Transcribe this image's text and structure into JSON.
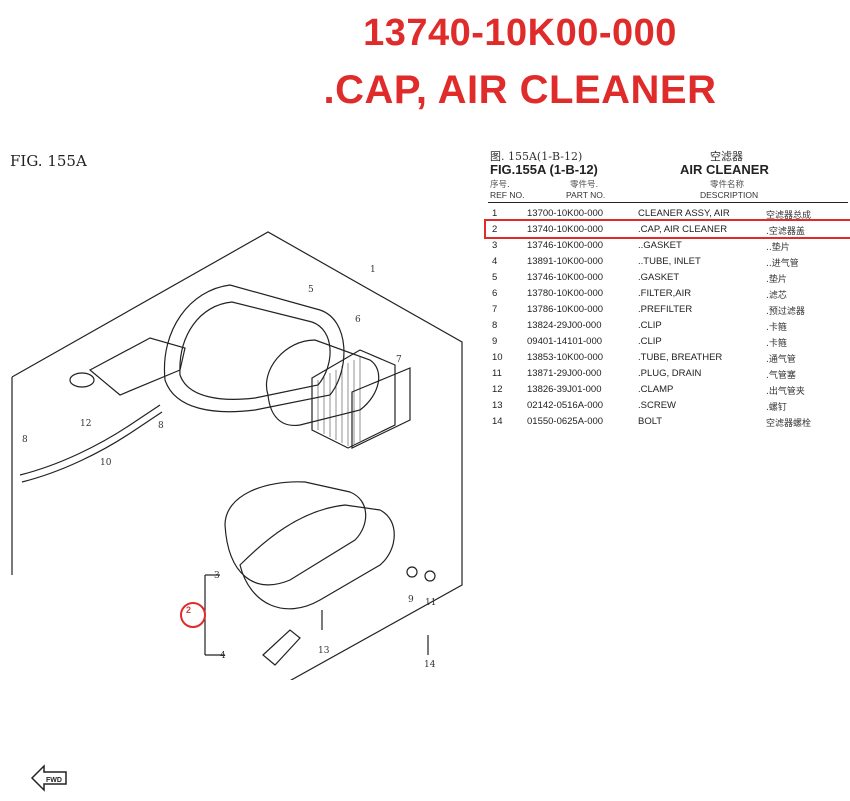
{
  "headline": {
    "part_number": "13740-10K00-000",
    "part_name": ".CAP, AIR CLEANER"
  },
  "figure": {
    "label": "FIG. 155A"
  },
  "parts_list": {
    "cn_fig_code": "图. 155A(1-B-12)",
    "cn_section": "空滤器",
    "fig_code": "FIG.155A (1-B-12)",
    "section_title": "AIR CLEANER",
    "header_cn": {
      "ref": "序号.",
      "part": "零件号.",
      "desc": "零件名称"
    },
    "header": {
      "ref": "REF NO.",
      "part": "PART NO.",
      "desc": "DESCRIPTION"
    },
    "rows": [
      {
        "ref": "1",
        "part": "13700-10K00-000",
        "desc": "CLEANER ASSY, AIR",
        "cn": "空滤器总成"
      },
      {
        "ref": "2",
        "part": "13740-10K00-000",
        "desc": ".CAP, AIR CLEANER",
        "cn": ".空滤器盖"
      },
      {
        "ref": "3",
        "part": "13746-10K00-000",
        "desc": "..GASKET",
        "cn": "..垫片"
      },
      {
        "ref": "4",
        "part": "13891-10K00-000",
        "desc": "..TUBE, INLET",
        "cn": "..进气管"
      },
      {
        "ref": "5",
        "part": "13746-10K00-000",
        "desc": ".GASKET",
        "cn": ".垫片"
      },
      {
        "ref": "6",
        "part": "13780-10K00-000",
        "desc": ".FILTER,AIR",
        "cn": ".滤芯"
      },
      {
        "ref": "7",
        "part": "13786-10K00-000",
        "desc": ".PREFILTER",
        "cn": ".预过滤器"
      },
      {
        "ref": "8",
        "part": "13824-29J00-000",
        "desc": ".CLIP",
        "cn": ".卡箍"
      },
      {
        "ref": "9",
        "part": "09401-14101-000",
        "desc": ".CLIP",
        "cn": ".卡箍"
      },
      {
        "ref": "10",
        "part": "13853-10K00-000",
        "desc": ".TUBE, BREATHER",
        "cn": ".通气管"
      },
      {
        "ref": "11",
        "part": "13871-29J00-000",
        "desc": ".PLUG, DRAIN",
        "cn": ".气管塞"
      },
      {
        "ref": "12",
        "part": "13826-39J01-000",
        "desc": ".CLAMP",
        "cn": ".出气管夹"
      },
      {
        "ref": "13",
        "part": "02142-0516A-000",
        "desc": ".SCREW",
        "cn": ".螺钉"
      },
      {
        "ref": "14",
        "part": "01550-0625A-000",
        "desc": "BOLT",
        "cn": "空滤器螺栓"
      }
    ]
  },
  "diagram": {
    "callouts": [
      "1",
      "2",
      "3",
      "4",
      "5",
      "6",
      "7",
      "8",
      "9",
      "10",
      "11",
      "12",
      "13",
      "14"
    ],
    "highlighted_ref": "2",
    "direction_label": "FWD"
  },
  "colors": {
    "accent": "#e02b2b",
    "line": "#222222"
  }
}
